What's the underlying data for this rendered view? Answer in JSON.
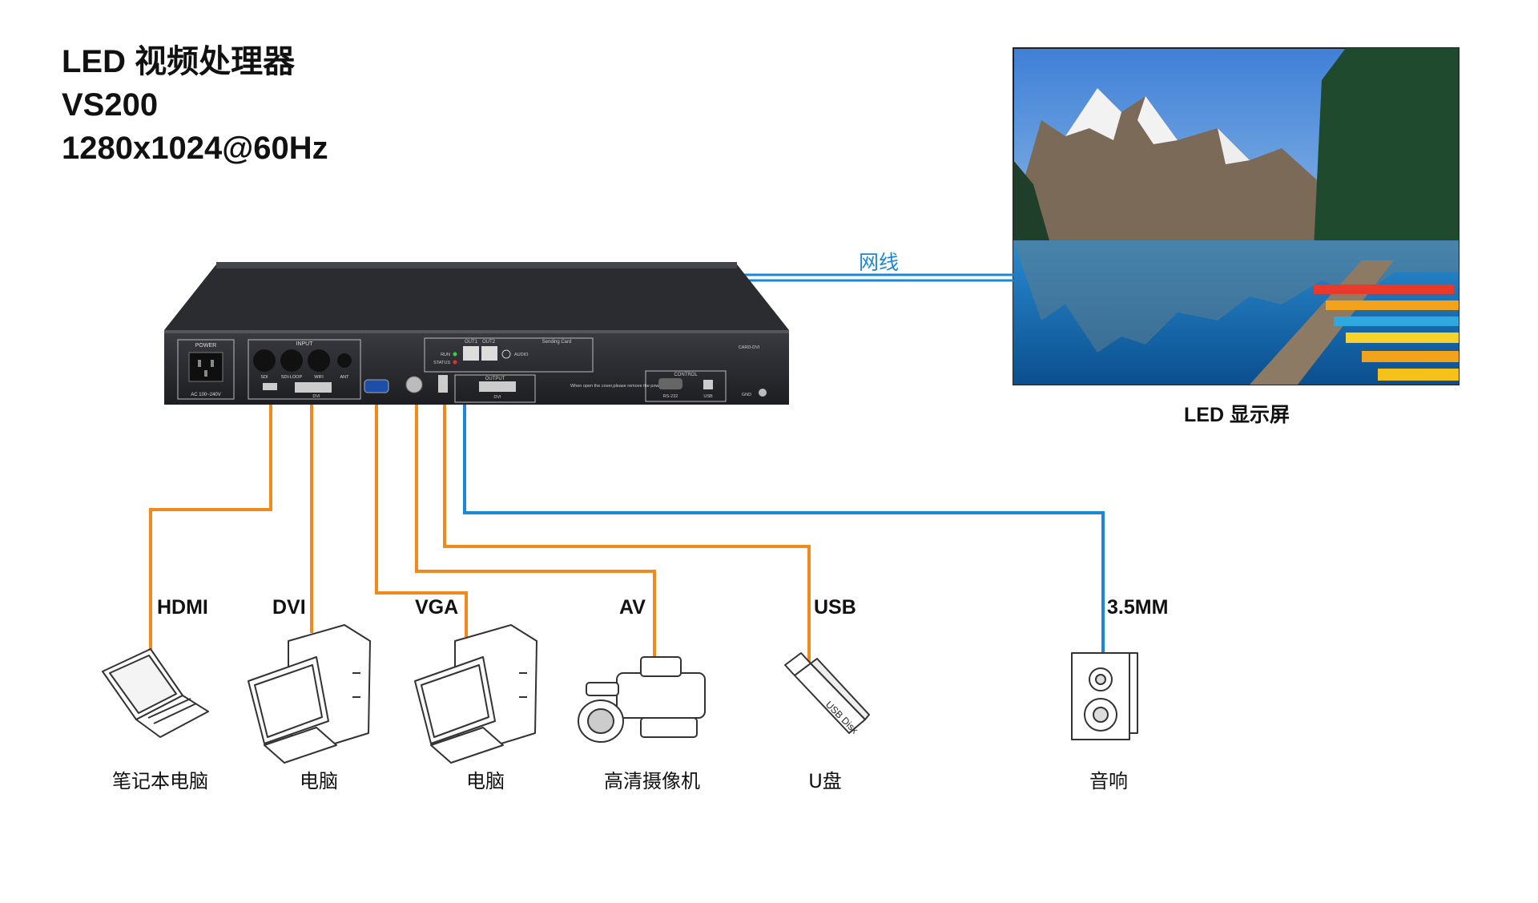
{
  "title": {
    "line1": "LED 视频处理器",
    "line2": "VS200",
    "line3": "1280x1024@60Hz"
  },
  "cable_label": "网线",
  "display": {
    "label": "LED 显示屏"
  },
  "device": {
    "panels": {
      "power": "POWER",
      "power_spec": "AC 100~240V",
      "input": "INPUT",
      "sdi": "SDI",
      "sdi_loop": "SDI-LOOP",
      "wifi": "WIFI",
      "ant": "ANT",
      "dvi_in": "DVI",
      "out1": "OUT1",
      "out2": "OUT2",
      "run": "RUN",
      "status": "STATUS",
      "sending_card": "Sending Card",
      "audio": "AUDIO",
      "card_dvi": "CARD-DVI",
      "output": "OUTPUT",
      "dvi_out": "DVI",
      "notice": "When open the cover,please remove the power supply !",
      "control": "CONTROL",
      "rs232": "RS-232",
      "usb": "USB",
      "gnd": "GND"
    }
  },
  "connections": [
    {
      "label": "HDMI",
      "device": "笔记本电脑",
      "icon": "laptop-icon",
      "color": "#f08a1c"
    },
    {
      "label": "DVI",
      "device": "电脑",
      "icon": "desktop-computer-icon",
      "color": "#f08a1c"
    },
    {
      "label": "VGA",
      "device": "电脑",
      "icon": "desktop-computer-icon",
      "color": "#f08a1c"
    },
    {
      "label": "AV",
      "device": "高清摄像机",
      "icon": "camcorder-icon",
      "color": "#f08a1c"
    },
    {
      "label": "USB",
      "device": "U盘",
      "icon": "usb-drive-icon",
      "color": "#f08a1c"
    },
    {
      "label": "3.5MM",
      "device": "音响",
      "icon": "speaker-icon",
      "color": "#1a88d6"
    }
  ],
  "usb_disk_text": "USB Disk",
  "colors": {
    "orange": "#f08a1c",
    "blue": "#1a88d6"
  }
}
